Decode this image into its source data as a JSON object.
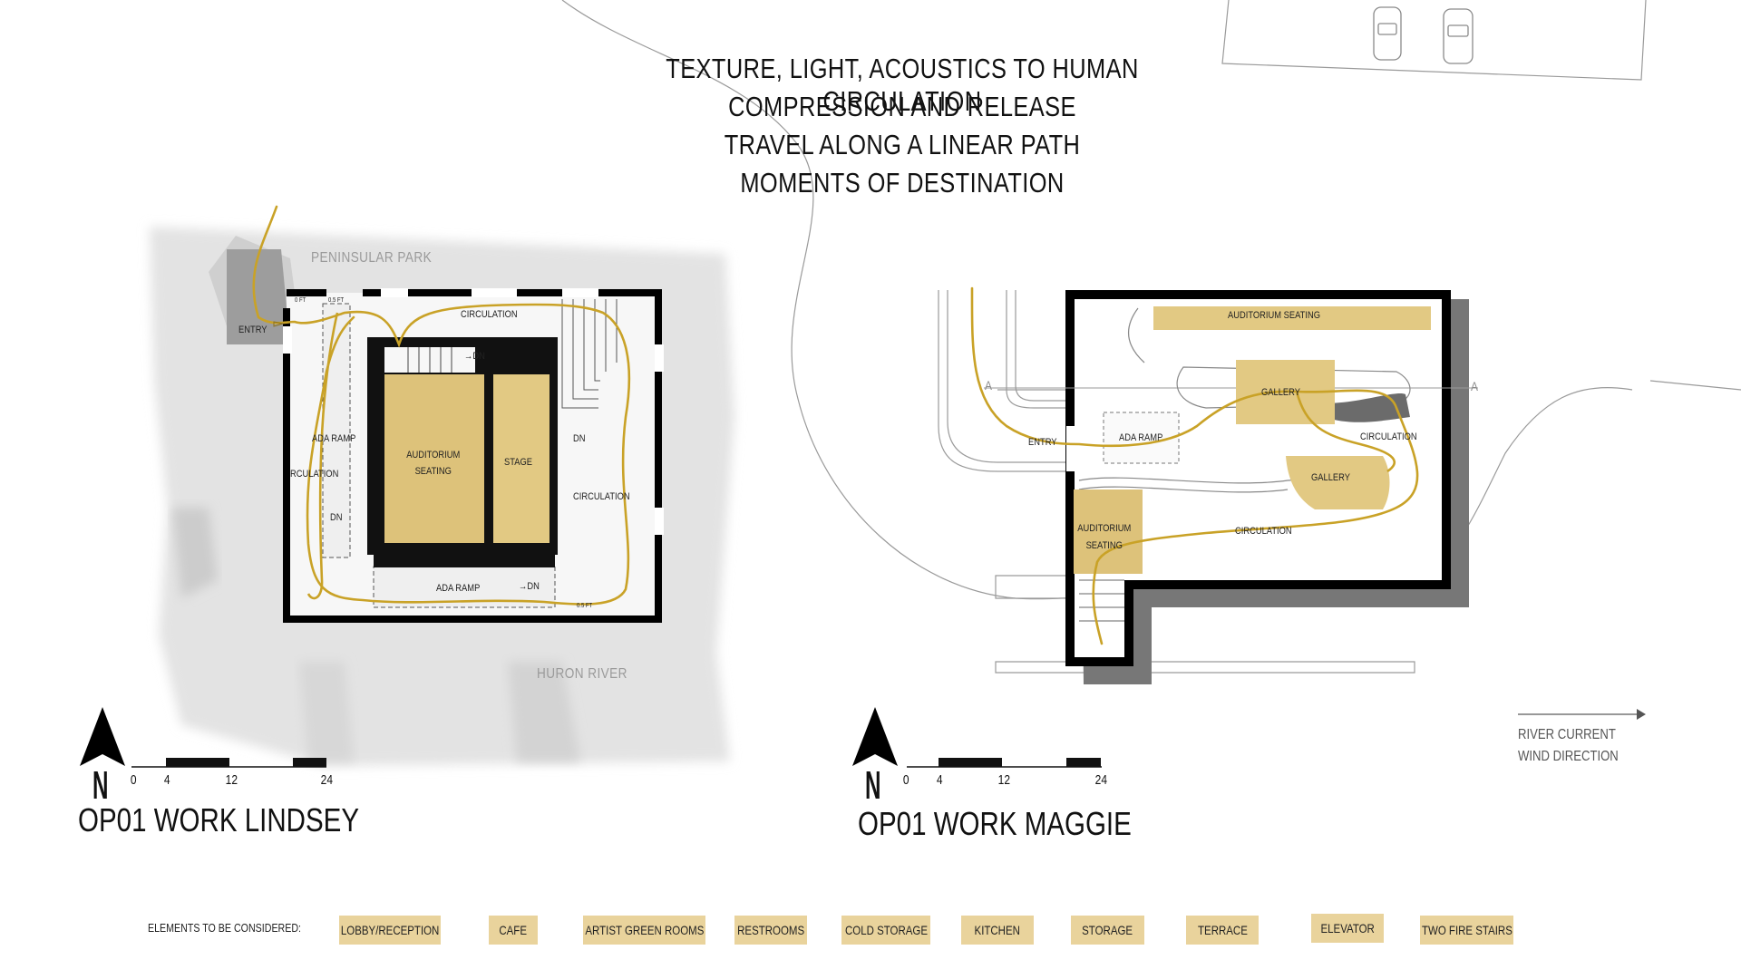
{
  "headline": [
    "TEXTURE, LIGHT, ACOUSTICS TO HUMAN CIRCULATION",
    "COMPRESSION AND RELEASE",
    "TRAVEL ALONG A LINEAR PATH",
    "MOMENTS OF DESTINATION"
  ],
  "plan_lindsey": {
    "title": "OP01 WORK LINDSEY",
    "site_labels": {
      "park": "PENINSULAR PARK",
      "river": "HURON RIVER"
    },
    "labels": {
      "entry": "ENTRY",
      "circulation_top": "CIRCULATION",
      "dn_top": "→DN",
      "ada_ramp_left": "ADA RAMP",
      "circulation_left": "RCULATION",
      "dn_left": "DN",
      "auditorium": "AUDITORIUM SEATING",
      "stage": "STAGE",
      "dn_right": "DN",
      "circulation_right": "CIRCULATION",
      "ada_ramp_bottom": "ADA RAMP",
      "dn_bottom": "→DN",
      "level_a": "0 FT",
      "level_b": "0.5 FT",
      "level_c": "0.5 FT"
    },
    "scale": [
      "0",
      "4",
      "12",
      "24"
    ],
    "north": "N"
  },
  "plan_maggie": {
    "title": "OP01 WORK MAGGIE",
    "labels": {
      "auditorium_top": "AUDITORIUM SEATING",
      "gallery_top": "GALLERY",
      "entry": "ENTRY",
      "ada_ramp": "ADA RAMP",
      "circulation_right": "CIRCULATION",
      "gallery_mid": "GALLERY",
      "auditorium_bottom": "AUDITORIUM SEATING",
      "circulation_bottom": "CIRCULATION",
      "section_left": "A",
      "section_right": "A"
    },
    "scale": [
      "0",
      "4",
      "12",
      "24"
    ],
    "north": "N"
  },
  "river_note": [
    "RIVER CURRENT",
    "WIND DIRECTION"
  ],
  "legend": {
    "caption": "ELEMENTS TO BE CONSIDERED:",
    "items": [
      "LOBBY/RECEPTION",
      "CAFE",
      "ARTIST GREEN ROOMS",
      "RESTROOMS",
      "COLD STORAGE",
      "KITCHEN",
      "STORAGE",
      "TERRACE",
      "ELEVATOR",
      "TWO FIRE STAIRS"
    ]
  },
  "colors": {
    "accent": "#e2c983",
    "path": "#c9a227",
    "wall": "#000000",
    "site": "#d9d9d9"
  }
}
